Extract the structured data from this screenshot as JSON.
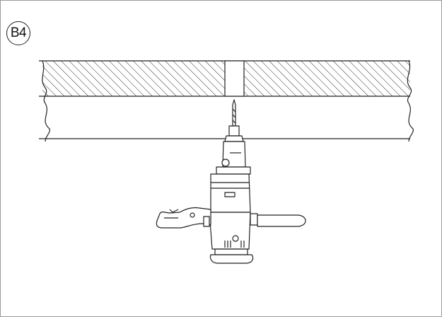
{
  "figure": {
    "step_label": "B4",
    "colors": {
      "stroke": "#222222",
      "frame": "#9a9a9a",
      "background": "#ffffff"
    },
    "icons": [
      "ceiling-slab",
      "drilled-hole",
      "power-drill",
      "side-handle"
    ]
  }
}
